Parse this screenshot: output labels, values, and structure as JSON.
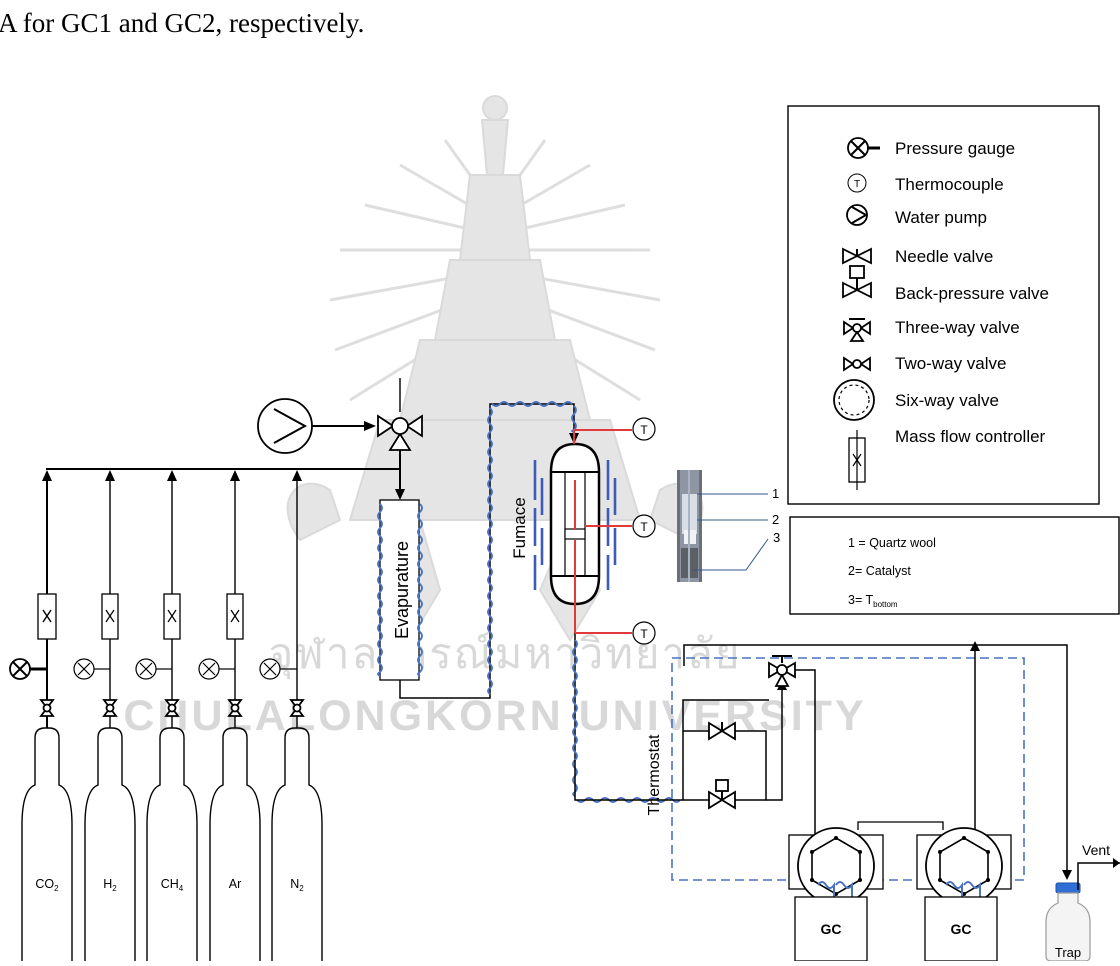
{
  "header_text": "A for GC1 and GC2, respectively.",
  "watermark": {
    "thai_text": "จุฬาลงกรณ์มหาวิทยาลัย",
    "english_text": "Chulalongkorn University"
  },
  "legend": {
    "items": [
      {
        "icon": "pressure-gauge-icon",
        "label": "Pressure gauge"
      },
      {
        "icon": "thermocouple-icon",
        "label": "Thermocouple",
        "symbol": "T"
      },
      {
        "icon": "water-pump-icon",
        "label": "Water pump"
      },
      {
        "icon": "needle-valve-icon",
        "label": "Needle valve"
      },
      {
        "icon": "back-pressure-valve-icon",
        "label": "Back-pressure valve"
      },
      {
        "icon": "three-way-valve-icon",
        "label": "Three-way valve"
      },
      {
        "icon": "two-way-valve-icon",
        "label": "Two-way valve"
      },
      {
        "icon": "six-way-valve-icon",
        "label": "Six-way valve"
      },
      {
        "icon": "mass-flow-controller-icon",
        "label": "Mass flow controller"
      }
    ]
  },
  "reactor_key": {
    "items": [
      {
        "label": "1 = Quartz wool"
      },
      {
        "label": "2= Catalyst"
      },
      {
        "label": "3= T",
        "subscript": "bottom"
      }
    ]
  },
  "callout_numbers": [
    "1",
    "2",
    "3"
  ],
  "cylinders": [
    {
      "formula": "CO",
      "sub": "2"
    },
    {
      "formula": "H",
      "sub": "2"
    },
    {
      "formula": "CH",
      "sub": "4"
    },
    {
      "formula": "Ar",
      "sub": ""
    },
    {
      "formula": "N",
      "sub": "2"
    }
  ],
  "units": {
    "evaporator": "Evapurature",
    "furnace": "Fumace",
    "thermostat": "Thermostat",
    "gc_left": "GC",
    "gc_right": "GC",
    "trap": "Trap",
    "vent": "Vent",
    "thermocouple_symbol": "T"
  },
  "colors": {
    "heating_coil": "#4a72c4",
    "thermocouple_line": "#e23a3a",
    "thermostat_border": "#4a72c4",
    "trap_cap": "#2f6fd6",
    "watermark": "#bcbcbc"
  }
}
